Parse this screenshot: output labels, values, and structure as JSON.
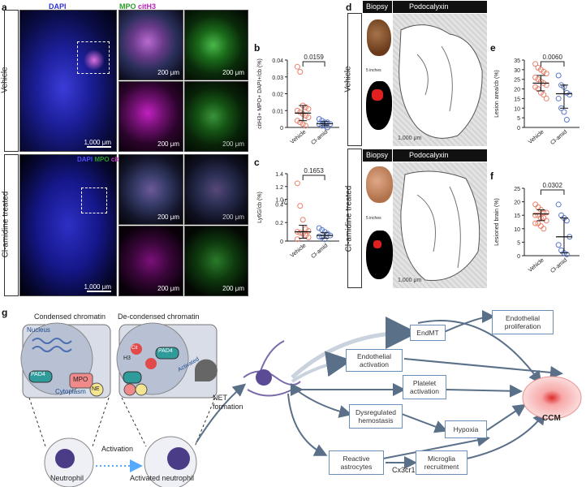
{
  "panels": {
    "a": "a",
    "b": "b",
    "c": "c",
    "d": "d",
    "e": "e",
    "f": "f",
    "g": "g"
  },
  "panel_a": {
    "stain_dapi": "DAPI",
    "stain_mpo": "MPO",
    "stain_cith3": "citH3",
    "row_vehicle": "Vehicle",
    "row_cl": "Cl-amidine treated",
    "scale_1000": "1,000 μm",
    "scale_200": "200 μm"
  },
  "panel_d": {
    "biopsy": "Biopsy",
    "podocalyxin": "Podocalyxin",
    "row_vehicle": "Vehicle",
    "row_cl": "Cl-amidine treated",
    "scale_5in": "5 inches",
    "scale_1000": "1,000 μm"
  },
  "chart_data": [
    {
      "id": "b",
      "type": "scatter",
      "ylabel": "citH3+ MPO+ DAPI+/cb (%)",
      "categories": [
        "Vehicle",
        "Cl-amid"
      ],
      "ylim": [
        0,
        0.04
      ],
      "yticks": [
        0,
        0.01,
        0.02,
        0.03,
        0.04
      ],
      "pvalue": "0.0159",
      "series": [
        {
          "values": [
            0.036,
            0.033,
            0.013,
            0.012,
            0.011,
            0.01,
            0.009,
            0.008,
            0.007,
            0.006,
            0.004,
            0.003,
            0.002,
            0.001
          ],
          "color": "#e8806a",
          "mean": 0.0085,
          "sd": [
            0.004,
            0.013
          ]
        },
        {
          "values": [
            0.005,
            0.004,
            0.003,
            0.003,
            0.002,
            0.002,
            0.001,
            0.001,
            0.0
          ],
          "color": "#5a78c8",
          "mean": 0.0022,
          "sd": [
            0.001,
            0.0035
          ]
        }
      ]
    },
    {
      "id": "c",
      "type": "scatter",
      "ylabel": "Ly6G/cb (%)",
      "categories": [
        "Vehicle",
        "Cl-amid"
      ],
      "yticks": [
        "0",
        "0.2",
        "0.4",
        "1.0",
        "1.2",
        "1.4"
      ],
      "pvalue": "0.1653",
      "series": [
        {
          "values": [
            1.25,
            0.38,
            0.23,
            0.13,
            0.11,
            0.1,
            0.09,
            0.08,
            0.06,
            0.04,
            0.02
          ],
          "color": "#e8806a",
          "mean": 0.1,
          "sd": [
            0.03,
            0.17
          ]
        },
        {
          "values": [
            0.14,
            0.12,
            0.1,
            0.08,
            0.06,
            0.05,
            0.04,
            0.02
          ],
          "color": "#5a78c8",
          "mean": 0.06,
          "sd": [
            0.03,
            0.09
          ]
        }
      ]
    },
    {
      "id": "e",
      "type": "scatter",
      "ylabel": "Lesion area/cb (%)",
      "categories": [
        "Vehicle",
        "Cl-amid"
      ],
      "ylim": [
        0,
        35
      ],
      "yticks": [
        0,
        5,
        10,
        15,
        20,
        25,
        30,
        35
      ],
      "pvalue": "0.0060",
      "series": [
        {
          "values": [
            33,
            31,
            30,
            29,
            28,
            26,
            25,
            24,
            23,
            22,
            21,
            20,
            18,
            17,
            15
          ],
          "color": "#e8806a",
          "mean": 23,
          "sd": [
            19,
            27
          ]
        },
        {
          "values": [
            27,
            22,
            21,
            18,
            17,
            15,
            10,
            8,
            4
          ],
          "color": "#5a78c8",
          "mean": 17.5,
          "sd": [
            10,
            22
          ]
        }
      ]
    },
    {
      "id": "f",
      "type": "scatter",
      "ylabel": "Lesioned brain (%)",
      "categories": [
        "Vehicle",
        "Cl-amid"
      ],
      "ylim": [
        0,
        25
      ],
      "yticks": [
        0,
        5,
        10,
        15,
        20,
        25
      ],
      "pvalue": "0.0302",
      "series": [
        {
          "values": [
            19,
            18,
            17,
            16,
            16,
            15,
            15,
            14,
            14,
            13,
            12,
            12,
            11,
            10
          ],
          "color": "#e8806a",
          "mean": 15.5,
          "sd": [
            13,
            17
          ]
        },
        {
          "values": [
            19,
            15,
            14,
            13,
            7,
            4,
            2,
            1,
            0.5
          ],
          "color": "#5a78c8",
          "mean": 7,
          "sd": [
            1,
            14
          ]
        }
      ]
    }
  ],
  "panel_g": {
    "condensed": "Condensed chromatin",
    "decondensed": "De-condensed chromatin",
    "nucleus": "Nucleus",
    "cytoplasm": "Cytoplasm",
    "pad4": "PAD4",
    "mpo": "MPO",
    "ne": "NE",
    "h3": "H3",
    "cit": "Cit",
    "activated": "Activated",
    "neutrophil": "Neutrophil",
    "activation": "Activation",
    "activated_neutrophil": "Activated neutrophil",
    "net_formation": "NET formation",
    "endmt": "EndMT",
    "endo_prolif": "Endothelial proliferation",
    "endo_act": "Endothelial activation",
    "platelet": "Platelet activation",
    "dysreg": "Dysregulated hemostasis",
    "hypoxia": "Hypoxia",
    "astro": "Reactive astrocytes",
    "cx3cr1": "Cx3cr1",
    "microglia": "Microglia recruitment",
    "ccm": "CCM"
  }
}
